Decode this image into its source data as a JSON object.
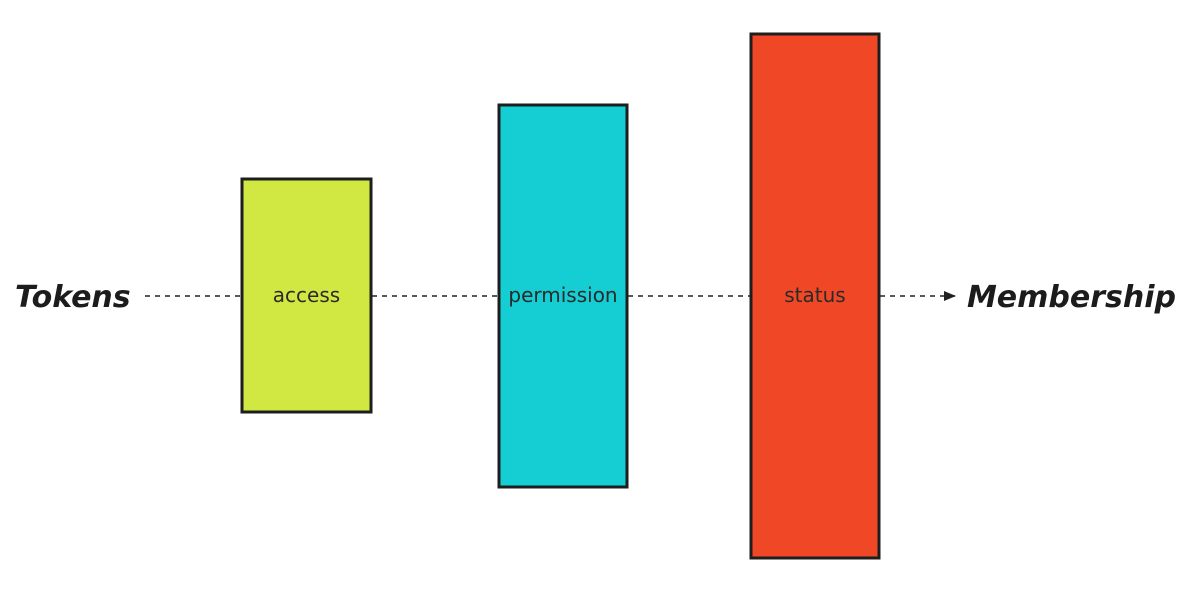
{
  "diagram": {
    "source_label": "Tokens",
    "target_label": "Membership",
    "blocks": [
      {
        "label": "access",
        "color": "#d1e843"
      },
      {
        "label": "permission",
        "color": "#14ced3"
      },
      {
        "label": "status",
        "color": "#f04827"
      }
    ],
    "arrow_color": "#222222"
  }
}
